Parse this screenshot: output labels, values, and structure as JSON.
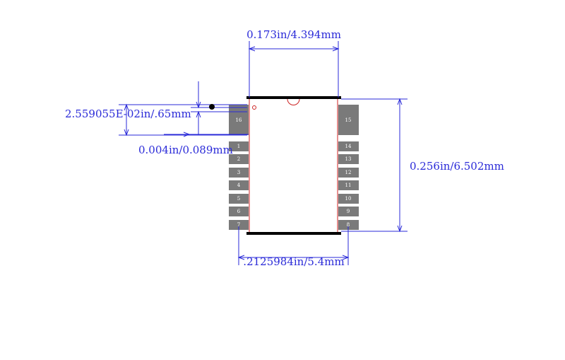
{
  "dimensions": {
    "body_width": "0.173in/4.394mm",
    "pitch": "2.559055E-02in/.65mm",
    "pad_gap": "0.004in/0.089mm",
    "body_length": "0.256in/6.502mm",
    "footprint_span": ".2125984in/5.4mm"
  },
  "pins": {
    "left": [
      "1",
      "2",
      "3",
      "4",
      "5",
      "6",
      "7"
    ],
    "right": [
      "14",
      "13",
      "12",
      "11",
      "10",
      "9",
      "8"
    ],
    "left_tab": "16",
    "right_tab": "15"
  },
  "colors": {
    "dimension": "#2a2ad8",
    "pad": "#7a7a7a",
    "body_outline": "#cc2222",
    "body_edge": "#000000",
    "pin_text": "#ffffff"
  }
}
